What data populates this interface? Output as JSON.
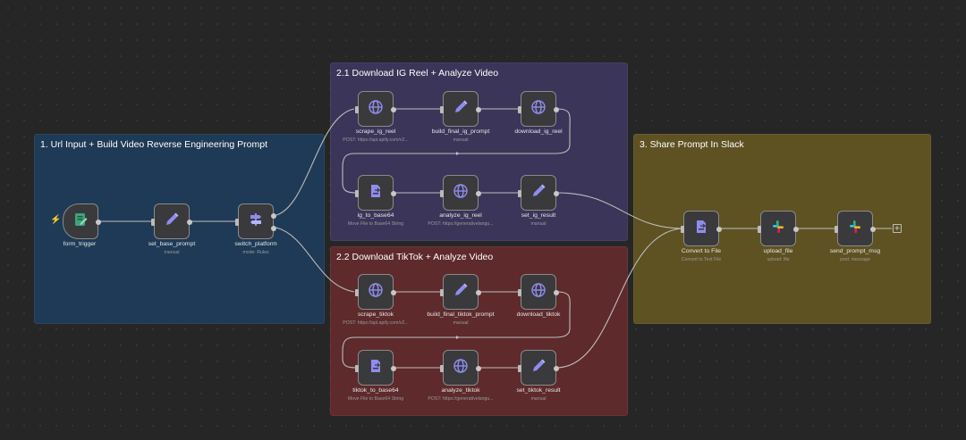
{
  "groups": {
    "g1": {
      "title": "1. Url Input + Build Video Reverse Engineering Prompt",
      "color": "#1f3a56"
    },
    "g21": {
      "title": "2.1 Download IG Reel + Analyze Video",
      "color": "#3b3559"
    },
    "g22": {
      "title": "2.2 Download TikTok + Analyze Video",
      "color": "#5e2a2c"
    },
    "g3": {
      "title": "3. Share Prompt In Slack",
      "color": "#5e5222"
    }
  },
  "nodes": {
    "form_trigger": {
      "name": "form_trigger",
      "subtitle": ""
    },
    "set_base_prompt": {
      "name": "set_base_prompt",
      "subtitle": "manual"
    },
    "switch_platform": {
      "name": "switch_platform",
      "subtitle": "mode: Rules"
    },
    "scrape_ig_reel": {
      "name": "scrape_ig_reel",
      "subtitle": "POST: https://api.apify.com/v2..."
    },
    "build_final_ig_prompt": {
      "name": "build_final_ig_prompt",
      "subtitle": "manual"
    },
    "download_ig_reel": {
      "name": "download_ig_reel",
      "subtitle": ""
    },
    "ig_to_base64": {
      "name": "ig_to_base64",
      "subtitle": "Move File to Base64 String"
    },
    "analyze_ig_reel": {
      "name": "analyze_ig_reel",
      "subtitle": "POST: https://generativelangu..."
    },
    "set_ig_result": {
      "name": "set_ig_result",
      "subtitle": "manual"
    },
    "scrape_tiktok": {
      "name": "scrape_tiktok",
      "subtitle": "POST: https://api.apify.com/v2..."
    },
    "build_final_tiktok_prompt": {
      "name": "build_final_tiktok_prompt",
      "subtitle": "manual"
    },
    "download_tiktok": {
      "name": "download_tiktok",
      "subtitle": ""
    },
    "tiktok_to_base64": {
      "name": "tiktok_to_base64",
      "subtitle": "Move File to Base64 String"
    },
    "analyze_tiktok": {
      "name": "analyze_tiktok",
      "subtitle": "POST: https://generativelangu..."
    },
    "set_tiktok_result": {
      "name": "set_tiktok_result",
      "subtitle": "manual"
    },
    "convert_to_file": {
      "name": "Convert to File",
      "subtitle": "Convert to Text File"
    },
    "upload_file": {
      "name": "upload_file",
      "subtitle": "upload: file"
    },
    "send_prompt_msg": {
      "name": "send_prompt_msg",
      "subtitle": "post: message"
    }
  },
  "icons": {
    "form_trigger": "form-icon",
    "set_base_prompt": "pencil-icon",
    "switch_platform": "signpost-icon",
    "scrape_ig_reel": "globe-icon",
    "build_final_ig_prompt": "pencil-icon",
    "download_ig_reel": "globe-icon",
    "ig_to_base64": "file-convert-icon",
    "analyze_ig_reel": "globe-icon",
    "set_ig_result": "pencil-icon",
    "scrape_tiktok": "globe-icon",
    "build_final_tiktok_prompt": "pencil-icon",
    "download_tiktok": "globe-icon",
    "tiktok_to_base64": "file-convert-icon",
    "analyze_tiktok": "globe-icon",
    "set_tiktok_result": "pencil-icon",
    "convert_to_file": "file-convert-icon",
    "upload_file": "slack-icon",
    "send_prompt_msg": "slack-icon"
  },
  "colors": {
    "icon_accent": "#8f8cf0",
    "trigger_accent": "#3fa37a",
    "bolt": "#ff5a5a",
    "wire": "#bdbdbd"
  }
}
